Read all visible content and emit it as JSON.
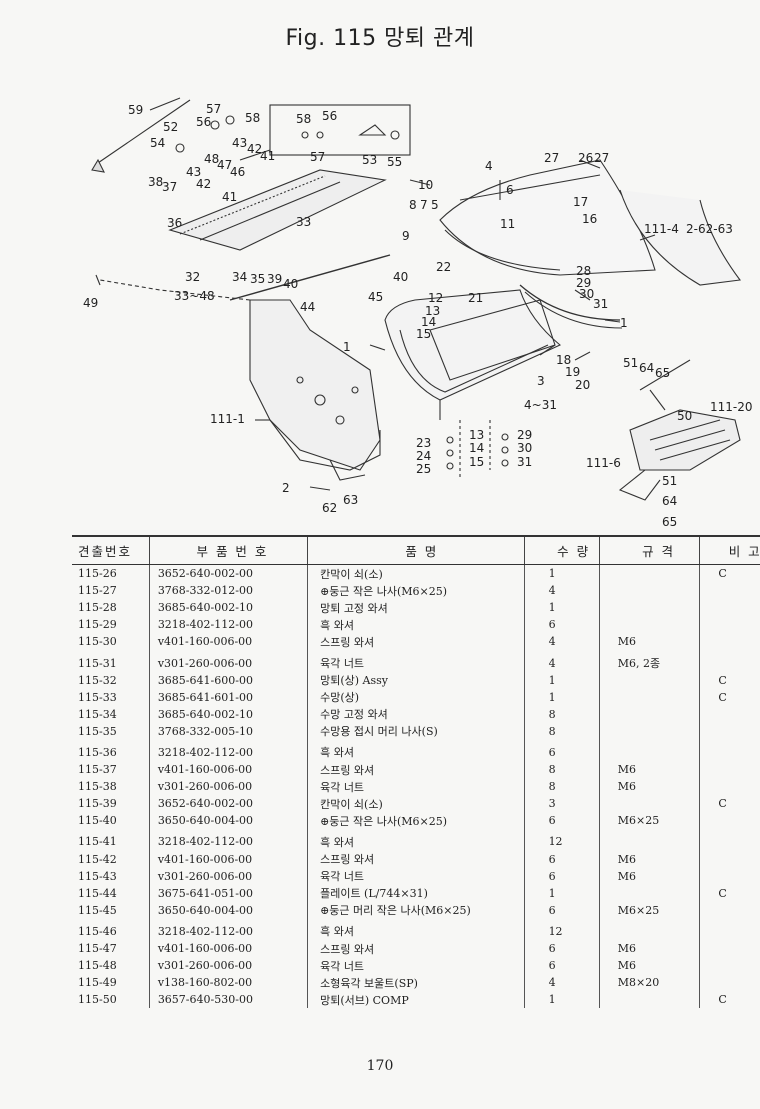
{
  "title": "Fig. 115  망퇴 관계",
  "page_number": "170",
  "callouts": {
    "c59": "59",
    "c56a": "56",
    "c57a": "57",
    "c58a": "58",
    "c52": "52",
    "c54": "54",
    "c43a": "43",
    "c42a": "42",
    "c41a": "41",
    "c48": "48",
    "c47": "47",
    "c46": "46",
    "c43b": "43",
    "c42b": "42",
    "c41b": "41",
    "c38": "38",
    "c37": "37",
    "c36": "36",
    "c58b": "58",
    "c56b": "56",
    "c57b": "57",
    "c53": "53",
    "c55": "55",
    "c33": "33",
    "c32": "32",
    "c33_48": "33~48",
    "c34": "34",
    "c35": "35",
    "c39": "39",
    "c40a": "40",
    "c40b": "40",
    "c44": "44",
    "c45": "45",
    "c49": "49",
    "c1a": "1",
    "c111_1": "111-1",
    "c2": "2",
    "c63": "63",
    "c62": "62",
    "c10": "10",
    "c4a": "4",
    "c6": "6",
    "c8": "8",
    "c7": "7",
    "c5": "5",
    "c9": "9",
    "c11": "11",
    "c22": "22",
    "c21": "21",
    "c12": "12",
    "c13a": "13",
    "c14a": "14",
    "c15a": "15",
    "c27a": "27",
    "c26": "26",
    "c27b": "27",
    "c17": "17",
    "c16": "16",
    "c111_4": "111-4",
    "c2_62_63": "2-62-63",
    "c28": "28",
    "c29a": "29",
    "c30a": "30",
    "c31a": "31",
    "c1b": "1",
    "c18": "18",
    "c19": "19",
    "c20": "20",
    "c3": "3",
    "c4_31": "4~31",
    "c23": "23",
    "c24": "24",
    "c25": "25",
    "c13b": "13",
    "c14b": "14",
    "c15b": "15",
    "c29b": "29",
    "c30b": "30",
    "c31b": "31",
    "c51a": "51",
    "c64a": "64",
    "c65a": "65",
    "c50": "50",
    "c111_20": "111-20",
    "c111_6": "111-6",
    "c51b": "51",
    "c64b": "64",
    "c65b": "65"
  },
  "table": {
    "headers": [
      "견출번호",
      "부 품 번 호",
      "품            명",
      "수 량",
      "규   격",
      "비  고"
    ],
    "rows": [
      [
        "115-26",
        "3652-640-002-00",
        "칸막이 쇠(소)",
        "1",
        "",
        "C"
      ],
      [
        "115-27",
        "3768-332-012-00",
        "⊕둥근 작은 나사(M6×25)",
        "4",
        "",
        ""
      ],
      [
        "115-28",
        "3685-640-002-10",
        "망퇴 고정 와셔",
        "1",
        "",
        ""
      ],
      [
        "115-29",
        "3218-402-112-00",
        "흑 와셔",
        "6",
        "",
        ""
      ],
      [
        "115-30",
        "v401-160-006-00",
        "스프링 와셔",
        "4",
        "M6",
        ""
      ],
      [
        "115-31",
        "v301-260-006-00",
        "육각 너트",
        "4",
        "M6, 2종",
        ""
      ],
      [
        "115-32",
        "3685-641-600-00",
        "망퇴(상) Assy",
        "1",
        "",
        "C"
      ],
      [
        "115-33",
        "3685-641-601-00",
        "수망(상)",
        "1",
        "",
        "C"
      ],
      [
        "115-34",
        "3685-640-002-10",
        "수망 고정 와셔",
        "8",
        "",
        ""
      ],
      [
        "115-35",
        "3768-332-005-10",
        "수망용 접시 머리 나사(S)",
        "8",
        "",
        ""
      ],
      [
        "115-36",
        "3218-402-112-00",
        "흑 와셔",
        "6",
        "",
        ""
      ],
      [
        "115-37",
        "v401-160-006-00",
        "스프링 와셔",
        "8",
        "M6",
        ""
      ],
      [
        "115-38",
        "v301-260-006-00",
        "육각 너트",
        "8",
        "M6",
        ""
      ],
      [
        "115-39",
        "3652-640-002-00",
        "칸막이 쇠(소)",
        "3",
        "",
        "C"
      ],
      [
        "115-40",
        "3650-640-004-00",
        "⊕둥근 작은 나사(M6×25)",
        "6",
        "M6×25",
        ""
      ],
      [
        "115-41",
        "3218-402-112-00",
        "흑 와셔",
        "12",
        "",
        ""
      ],
      [
        "115-42",
        "v401-160-006-00",
        "스프링 와셔",
        "6",
        "M6",
        ""
      ],
      [
        "115-43",
        "v301-260-006-00",
        "육각 너트",
        "6",
        "M6",
        ""
      ],
      [
        "115-44",
        "3675-641-051-00",
        "플레이트 (L/744×31)",
        "1",
        "",
        "C"
      ],
      [
        "115-45",
        "3650-640-004-00",
        "⊕둥근 머리 작은 나사(M6×25)",
        "6",
        "M6×25",
        ""
      ],
      [
        "115-46",
        "3218-402-112-00",
        "흑 와셔",
        "12",
        "",
        ""
      ],
      [
        "115-47",
        "v401-160-006-00",
        "스프링 와셔",
        "6",
        "M6",
        ""
      ],
      [
        "115-48",
        "v301-260-006-00",
        "육각 너트",
        "6",
        "M6",
        ""
      ],
      [
        "115-49",
        "v138-160-802-00",
        "소형육각 보울트(SP)",
        "4",
        "M8×20",
        ""
      ],
      [
        "115-50",
        "3657-640-530-00",
        "망퇴(서브) COMP",
        "1",
        "",
        "C"
      ]
    ]
  }
}
